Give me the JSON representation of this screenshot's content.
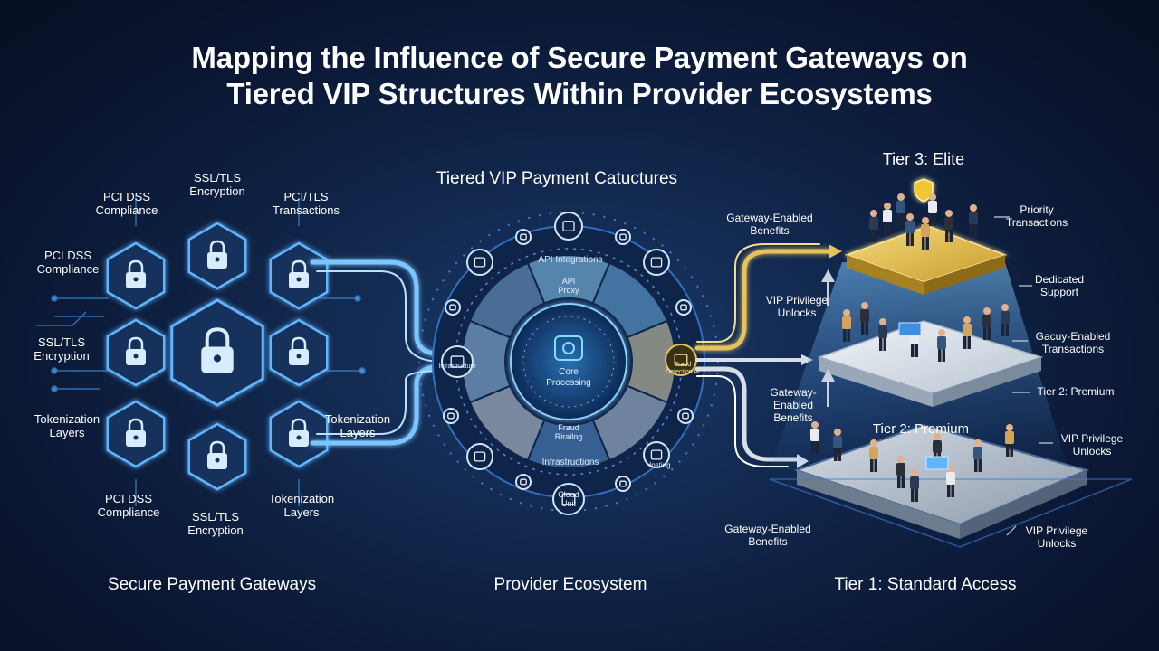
{
  "title": {
    "line1": "Mapping the Influence of Secure Payment Gateways on",
    "line2": "Tiered VIP Structures Within Provider Ecosystems"
  },
  "left": {
    "caption": "Secure Payment Gateways",
    "labels": {
      "ssl_top": "SSL/TLS\nEncryption",
      "pci_top_left": "PCI DSS\nCompliance",
      "pci_tls_top_right": "PCI/TLS\nTransactions",
      "pci_mid_left": "PCI DSS\nCompliance",
      "ssl_mid_left": "SSL/TLS\nEncryption",
      "token_left": "Tokenization\nLayers",
      "token_right": "Tokenization\nLayers",
      "pci_bottom_left": "PCI DSS\nCompliance",
      "ssl_bottom": "SSL/TLS\nEncryption",
      "token_bottom_right": "Tokenization\nLayers"
    }
  },
  "center": {
    "heading": "Tiered VIP Payment Catuctures",
    "caption": "Provider Ecosystem",
    "ring_top": "API Integrations",
    "ring_bottom": "Infrastructions",
    "segment_top": "API\nProxy",
    "segment_bottom": "Fraud\nRirailng",
    "core": "Core\nProcessing",
    "node_left": "Infrastructure",
    "node_right": "Fraud\nDetection AI",
    "node_bottom": "Cloud\nUnit",
    "node_hosting": "Hosting"
  },
  "right": {
    "tier3": "Tier 3: Elite",
    "tier2_platform": "Tier 2: Premium",
    "caption": "Tier 1: Standard Access",
    "labels": {
      "gateway_benefits_top": "Gateway-Enabled\nBenefits",
      "priority": "Priority\nTransactions",
      "dedicated": "Dedicated\nSupport",
      "vip_unlocks_mid": "VIP Privilege\nUnlocks",
      "gacuy": "Gacuy-Enabled\nTransactions",
      "gateway_benefits_mid": "Gateway-\nEnabled\nBenefits",
      "tier2_premium_side": "Tier 2: Premium",
      "vip_unlocks_right": "VIP Privilege\nUnlocks",
      "gateway_benefits_bottom": "Gateway-Enabled\nBenefits",
      "vip_unlocks_bottom": "VIP Privilege\nUnlocks"
    }
  },
  "colors": {
    "neon": "#5fb6ff",
    "gold": "#e6c25a",
    "silver": "#c8d2de"
  }
}
